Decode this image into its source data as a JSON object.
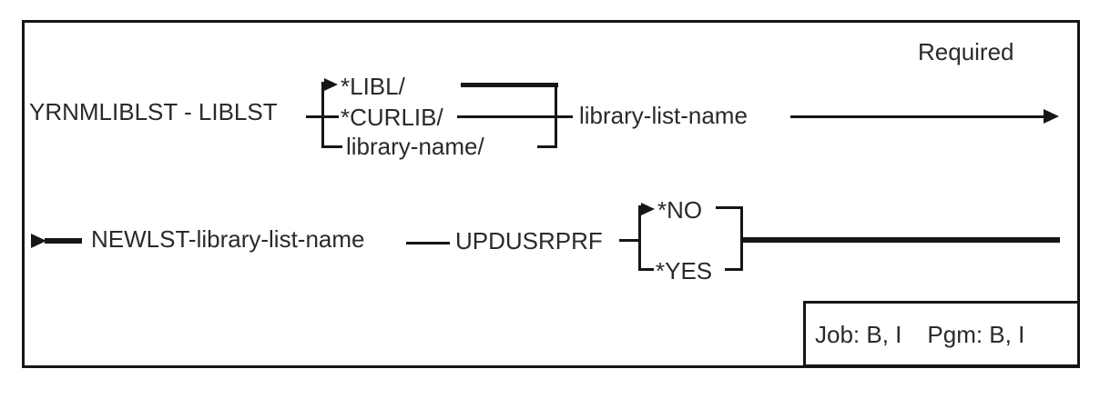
{
  "diagram": {
    "command": "YRNMLIBLST - LIBLST",
    "required_label": "Required",
    "library_qualifier": {
      "options": [
        "*LIBL/",
        "*CURLIB/",
        "library-name/"
      ],
      "default_option": "*LIBL/",
      "value": "library-list-name"
    },
    "newlst_param": {
      "label": "NEWLST-library-list-name"
    },
    "updusrprf_param": {
      "label": "UPDUSRPRF",
      "options": [
        "*NO",
        "*YES"
      ],
      "default_option": "*NO"
    },
    "environment": {
      "job": "Job: B, I",
      "pgm": "Pgm: B, I"
    }
  },
  "colors": {
    "line": "#161616",
    "text": "#2a2a2a",
    "background": "#ffffff"
  }
}
